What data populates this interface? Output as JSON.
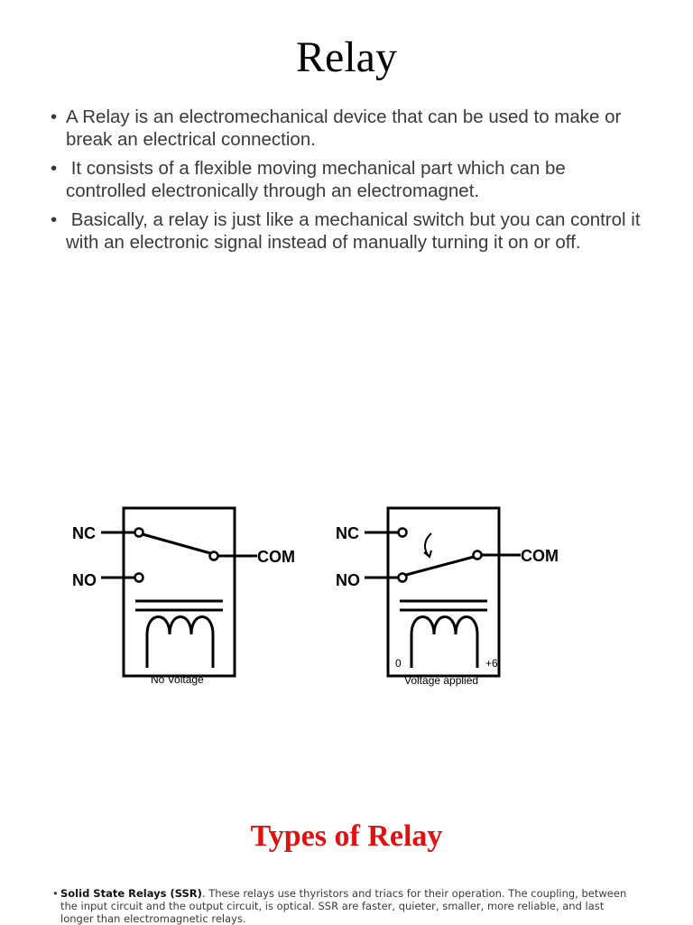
{
  "slide": {
    "title": "Relay",
    "bullets": [
      "A Relay is an electromechanical device that can be used to make or break an electrical connection.",
      " It consists of a flexible moving mechanical part which can be controlled electronically through an electromagnet.",
      " Basically, a relay is just like a mechanical switch but you can control it with an electronic signal instead of manually turning it on or off."
    ],
    "bullet_symbol": "•"
  },
  "diagram": {
    "left": {
      "nc_label": "NC",
      "no_label": "NO",
      "com_label": "COM",
      "caption": "No Voltage"
    },
    "right": {
      "nc_label": "NC",
      "no_label": "NO",
      "com_label": "COM",
      "terminal_zero": "0",
      "terminal_plus": "+6",
      "caption": "Voltage applied"
    }
  },
  "types": {
    "title": "Types of Relay",
    "color": "#e31010",
    "items": [
      {
        "name": "Solid State Relays (SSR)",
        "text": ". These relays use thyristors and triacs for their operation. The coupling, between the input circuit and the output circuit, is optical. SSR are faster, quieter, smaller, more reliable, and last longer than electromagnetic relays."
      }
    ]
  }
}
